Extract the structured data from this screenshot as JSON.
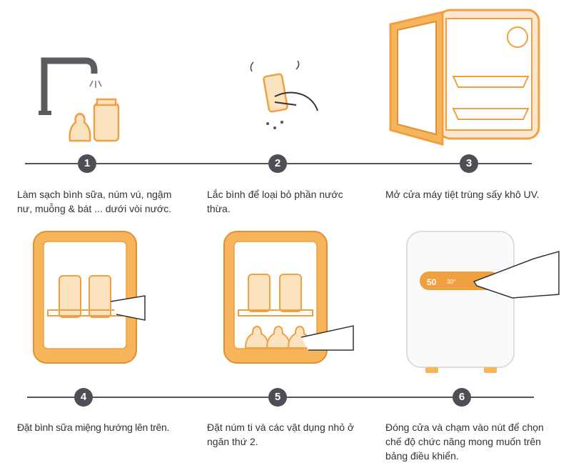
{
  "steps": [
    {
      "number": "1",
      "text": "Làm sạch bình sữa, núm vú, ngậm nư, muỗng & bát ... dưới vòi nước."
    },
    {
      "number": "2",
      "text": "Lắc bình để loại bỏ phần nước thừa."
    },
    {
      "number": "3",
      "text": "Mở cửa máy tiệt trùng sấy khô UV."
    },
    {
      "number": "4",
      "text": "Đặt bình sữa miệng hướng lên trên."
    },
    {
      "number": "5",
      "text": "Đặt núm ti và các vật dụng nhỏ ở ngăn thứ 2."
    },
    {
      "number": "6",
      "text": "Đóng cửa và chạm vào nút để chọn chế độ chức năng mong muốn trên bảng điều khiển."
    }
  ],
  "control_panel": {
    "time": "50",
    "temp": "30°"
  },
  "colors": {
    "accent": "#f0a040",
    "badge": "#4d4f55",
    "line": "#555555"
  }
}
